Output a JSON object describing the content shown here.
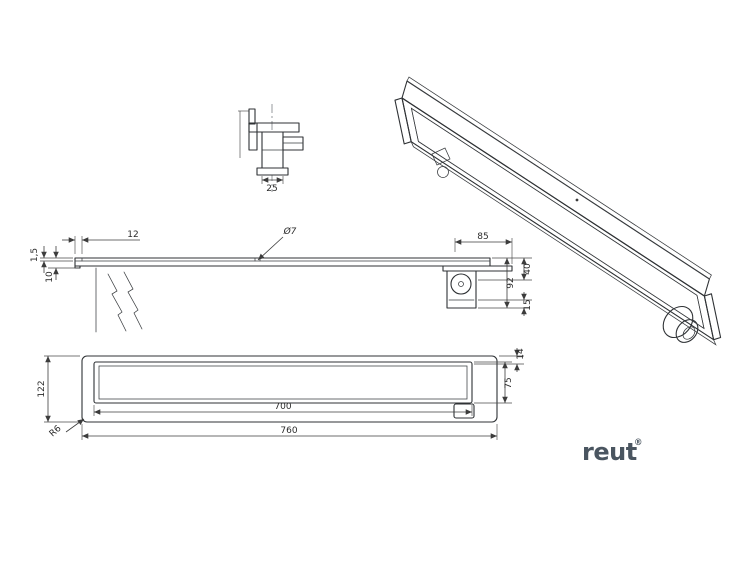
{
  "page": {
    "background": "#ffffff"
  },
  "logo": {
    "text": "reut",
    "mark": "®",
    "color": "#4a5560"
  },
  "detail_view": {
    "dim_width": "25"
  },
  "side_view": {
    "dim_offset_left": "12",
    "dim_hole_diameter": "Ø7",
    "dim_offset_right": "85",
    "dim_flange_thickness": "1,5",
    "dim_edge_height": "10",
    "dim_outlet_height": "40",
    "dim_total_height": "92",
    "dim_trap_height": "15"
  },
  "plan_view": {
    "dim_body_width": "122",
    "dim_corner_radius": "R6",
    "dim_grate_length": "700",
    "dim_total_length": "760",
    "dim_grate_width": "75",
    "dim_flange_width": "14"
  }
}
